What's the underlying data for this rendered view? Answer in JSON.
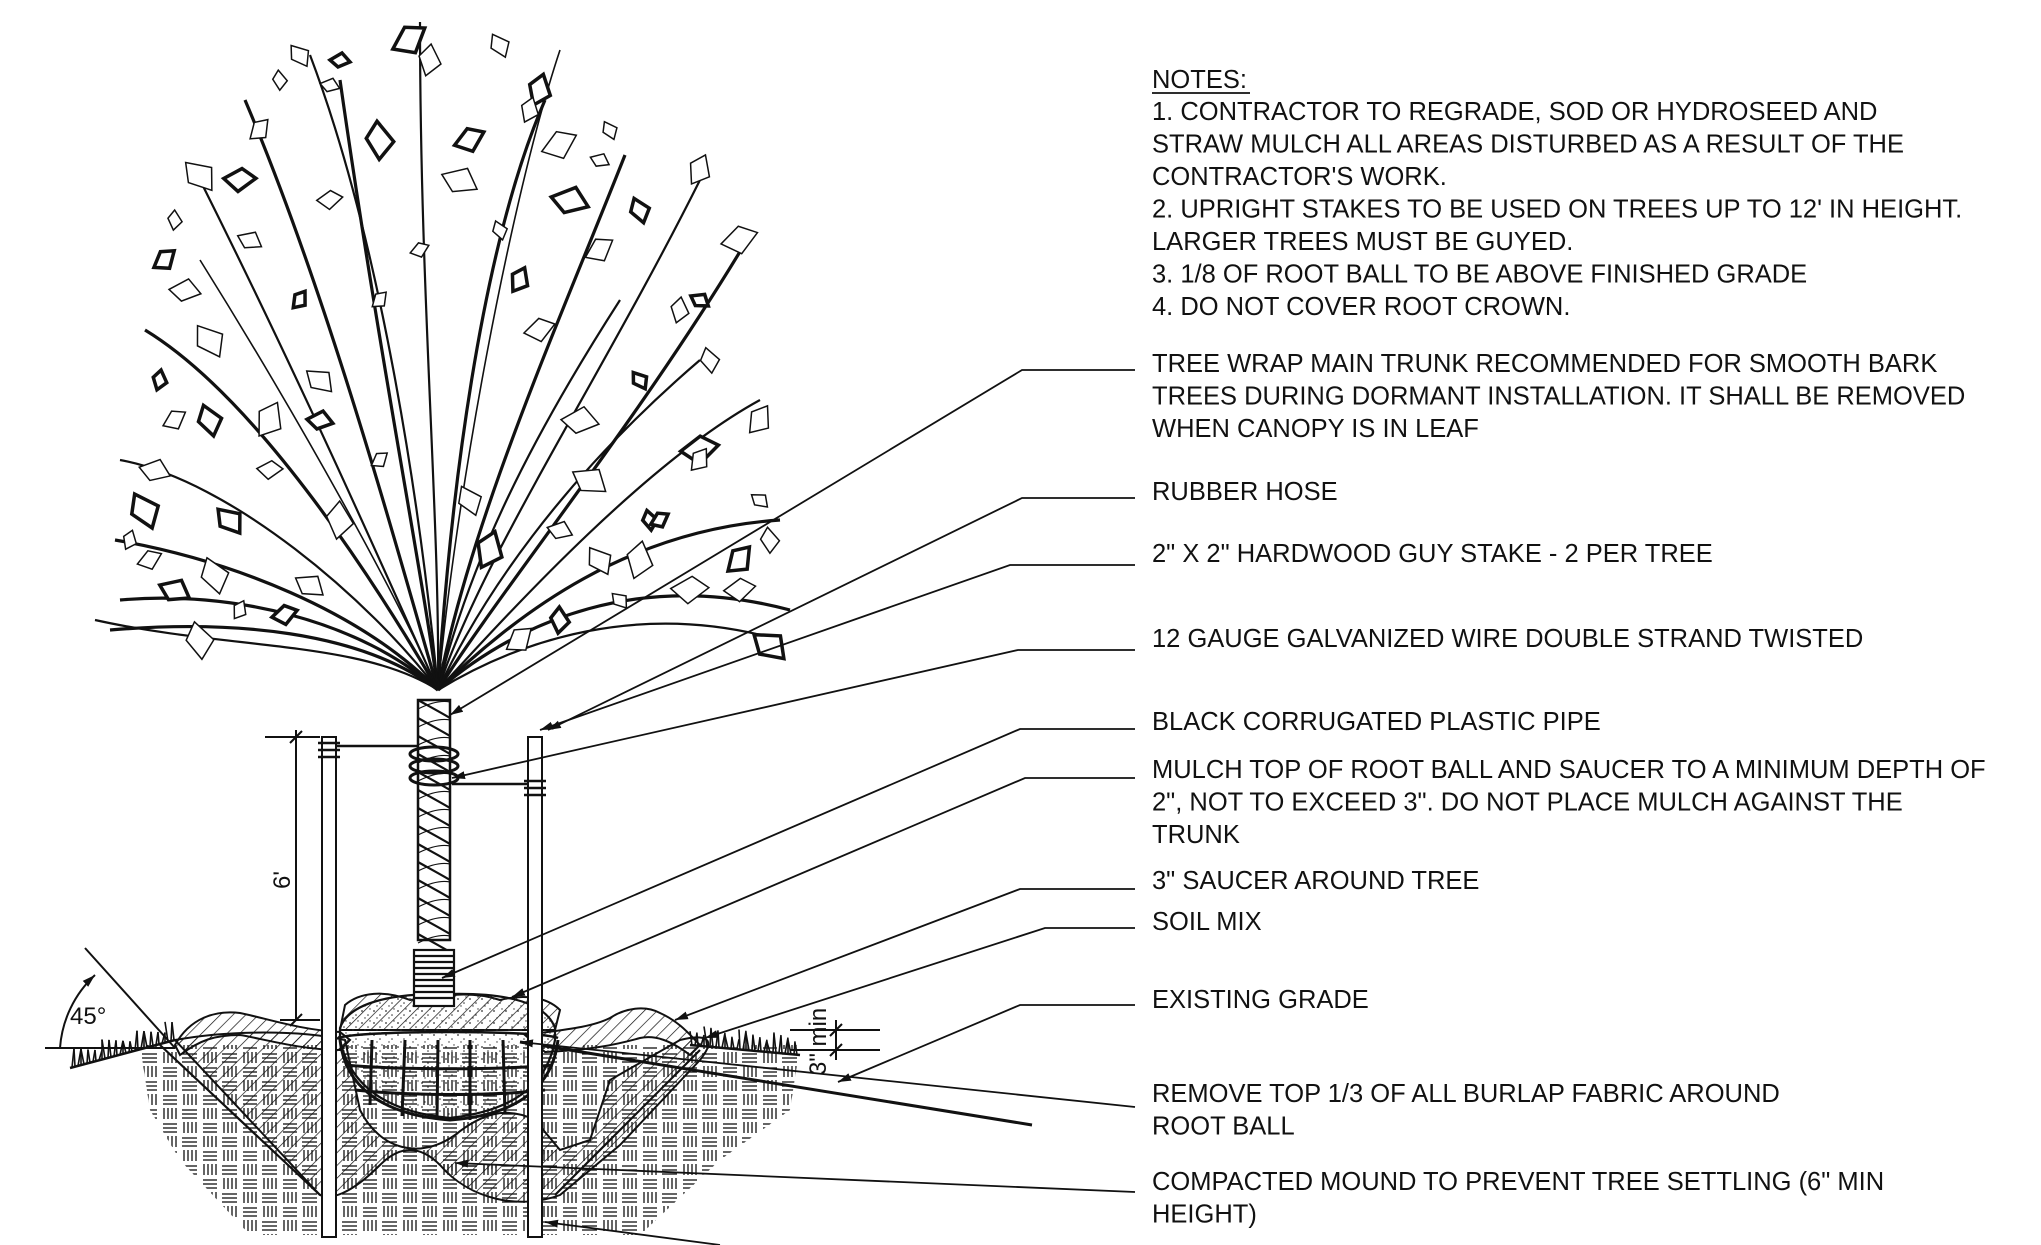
{
  "notes": {
    "heading": "NOTES:",
    "lines": [
      "1. CONTRACTOR TO REGRADE, SOD OR HYDROSEED AND",
      "STRAW MULCH ALL AREAS DISTURBED AS A RESULT OF THE",
      "CONTRACTOR'S WORK.",
      "2. UPRIGHT STAKES TO BE USED ON TREES UP TO 12' IN HEIGHT.",
      "LARGER TREES MUST BE GUYED.",
      "3. 1/8 OF ROOT BALL TO BE ABOVE FINISHED GRADE",
      "4. DO NOT COVER ROOT CROWN."
    ]
  },
  "callouts": [
    {
      "lines": [
        "TREE WRAP MAIN TRUNK RECOMMENDED FOR SMOOTH BARK",
        "TREES DURING DORMANT INSTALLATION. IT SHALL BE REMOVED",
        "WHEN CANOPY IS IN LEAF"
      ]
    },
    {
      "lines": [
        "RUBBER HOSE"
      ]
    },
    {
      "lines": [
        "2\" X 2\" HARDWOOD GUY STAKE - 2 PER TREE"
      ]
    },
    {
      "lines": [
        "12 GAUGE GALVANIZED WIRE DOUBLE STRAND TWISTED"
      ]
    },
    {
      "lines": [
        "BLACK CORRUGATED PLASTIC PIPE"
      ]
    },
    {
      "lines": [
        "MULCH TOP OF ROOT BALL AND SAUCER TO A MINIMUM DEPTH OF",
        "2\", NOT TO EXCEED 3\". DO NOT PLACE MULCH AGAINST THE",
        "TRUNK"
      ]
    },
    {
      "lines": [
        "3\" SAUCER AROUND TREE"
      ]
    },
    {
      "lines": [
        "SOIL MIX"
      ]
    },
    {
      "lines": [
        "EXISTING GRADE"
      ]
    },
    {
      "lines": [
        "REMOVE TOP 1/3 OF ALL BURLAP FABRIC AROUND",
        "ROOT BALL"
      ]
    },
    {
      "lines": [
        "COMPACTED MOUND TO PREVENT TREE SETTLING (6\" MIN",
        "HEIGHT)"
      ]
    }
  ],
  "dimensions": {
    "stake_height": "6'",
    "slope_angle": "45°",
    "saucer_depth": "3\" min"
  },
  "colors": {
    "ink": "#111111",
    "background": "#ffffff"
  }
}
